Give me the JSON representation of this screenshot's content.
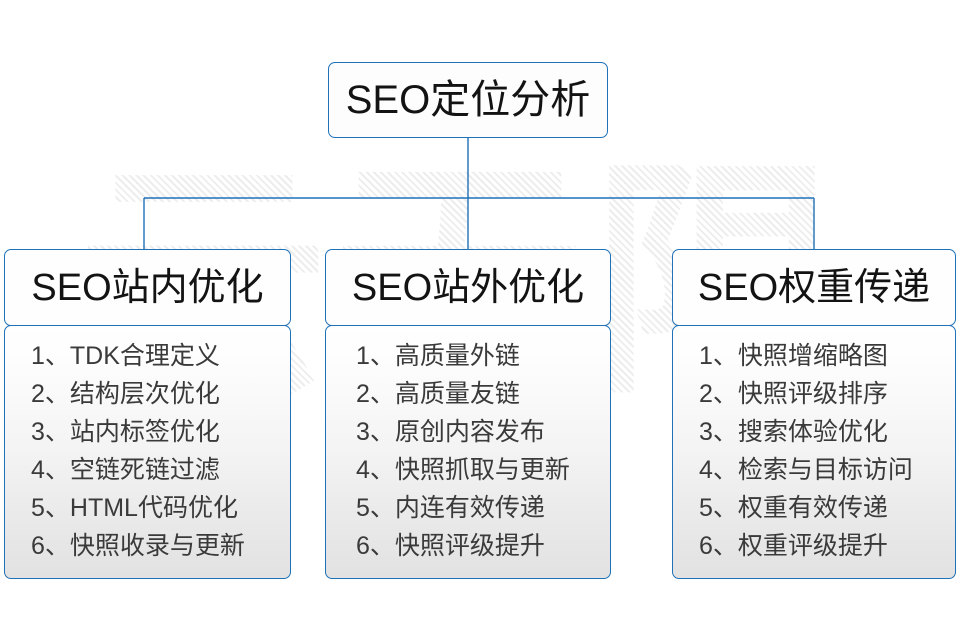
{
  "diagram": {
    "root": {
      "title": "SEO定位分析"
    },
    "watermark": {
      "text": "云无限"
    },
    "columns": [
      {
        "header": "SEO站内优化",
        "items": [
          "1、TDK合理定义",
          "2、结构层次优化",
          "3、站内标签优化",
          "4、空链死链过滤",
          "5、HTML代码优化",
          "6、快照收录与更新"
        ]
      },
      {
        "header": "SEO站外优化",
        "items": [
          "1、高质量外链",
          "2、高质量友链",
          "3、原创内容发布",
          "4、快照抓取与更新",
          "5、内连有效传递",
          "6、快照评级提升"
        ]
      },
      {
        "header": "SEO权重传递",
        "items": [
          "1、快照增缩略图",
          "2、快照评级排序",
          "3、搜索体验优化",
          "4、检索与目标访问",
          "5、权重有效传递",
          "6、权重评级提升"
        ]
      }
    ],
    "colors": {
      "border": "#1f72b8",
      "text": "#131313",
      "list_text": "#3a3a3a",
      "background": "#ffffff"
    }
  }
}
